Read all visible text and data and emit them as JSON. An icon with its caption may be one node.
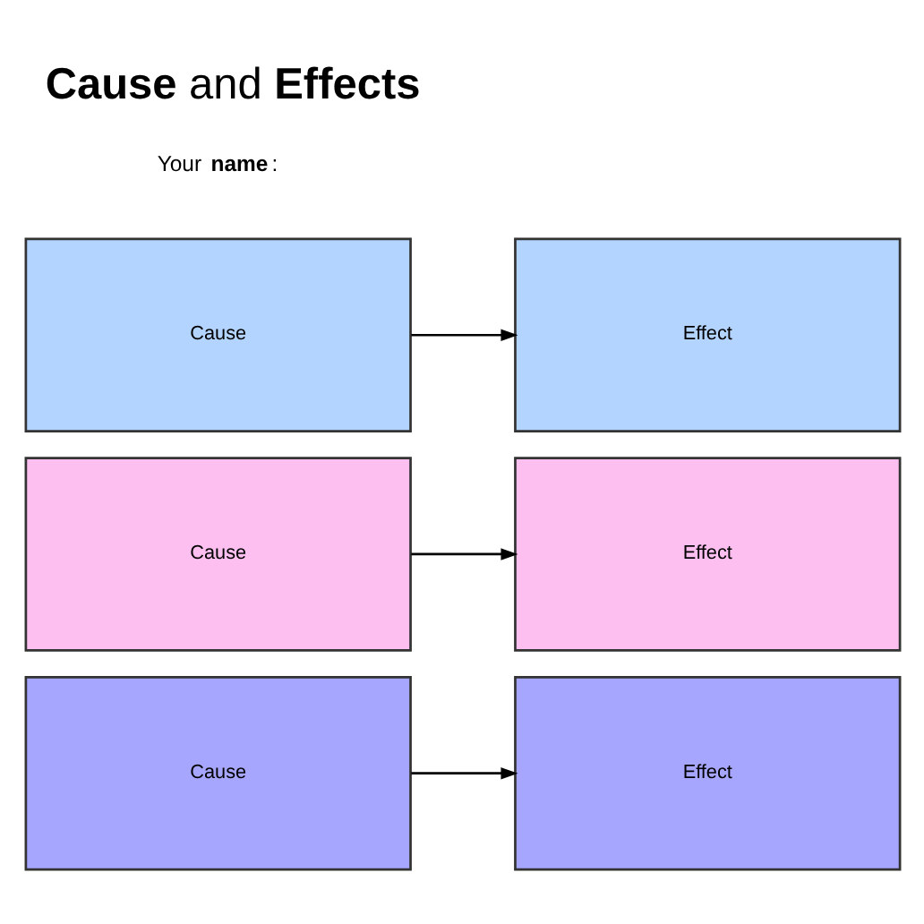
{
  "diagram": {
    "title": "**Cause** and **Effects**",
    "nodes": [
      {
        "text": [
          "Cause"
        ]
      },
      {
        "text": [
          "Effect"
        ]
      },
      {
        "text": [
          "Cause"
        ]
      },
      {
        "text": [
          "Effect"
        ]
      },
      {
        "text": [
          "Cause"
        ]
      },
      {
        "text": [
          "Effect"
        ]
      }
    ],
    "edges": [
      {
        "from": 0,
        "to": 1,
        "arrow": "to"
      },
      {
        "from": 2,
        "to": 3,
        "arrow": "to"
      },
      {
        "from": 4,
        "to": 5,
        "arrow": "to"
      }
    ],
    "labels": [
      "Your **name**:"
    ]
  }
}
